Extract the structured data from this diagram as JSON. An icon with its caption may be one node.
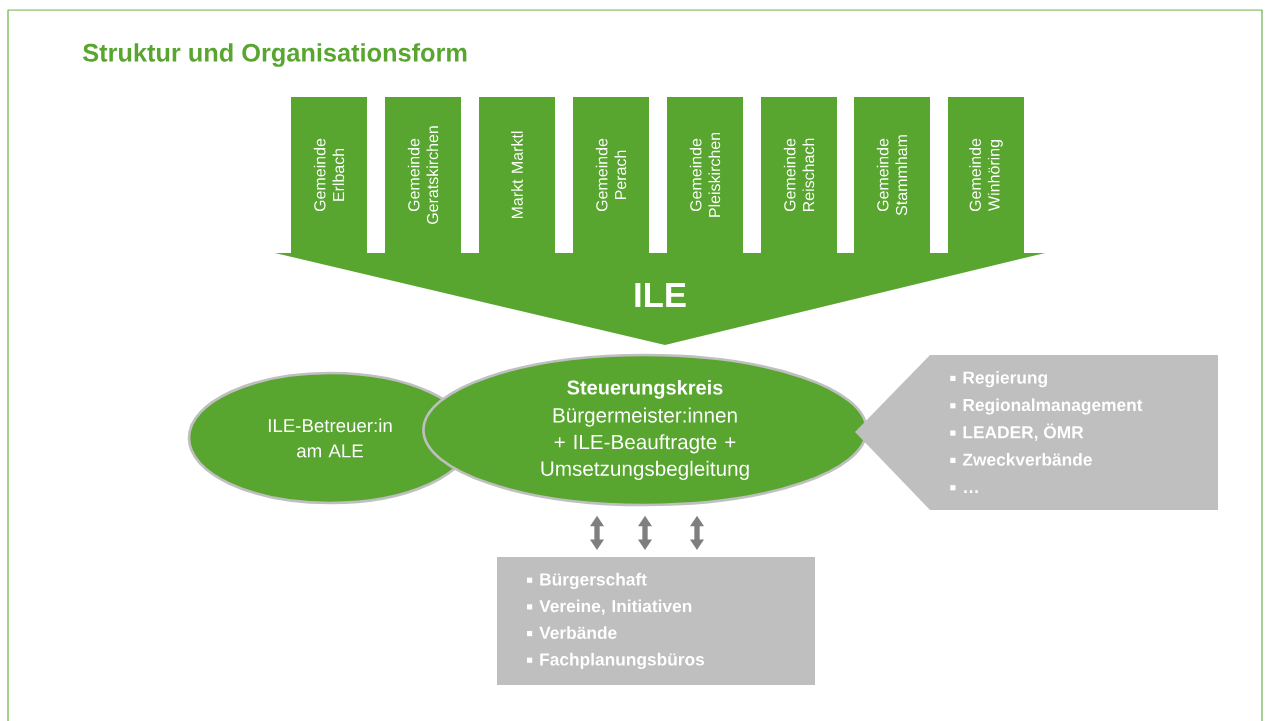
{
  "diagram": {
    "title": "Struktur und Organisationsform",
    "nodes": [
      {
        "text": [
          "Gemeinde Erlbach"
        ]
      },
      {
        "text": [
          "Gemeinde Geratskirchen"
        ]
      },
      {
        "text": [
          "Markt Marktl"
        ]
      },
      {
        "text": [
          "Gemeinde Perach"
        ]
      },
      {
        "text": [
          "Gemeinde Pleiskirchen"
        ]
      },
      {
        "text": [
          "Gemeinde Reischach"
        ]
      },
      {
        "text": [
          "Gemeinde Stammham"
        ]
      },
      {
        "text": [
          "Gemeinde Winhöring"
        ]
      },
      {
        "text": [
          "ILE"
        ]
      },
      {
        "text": [
          "ILE-Betreuer:in am ALE"
        ]
      },
      {
        "text": [
          "Steuerungskreis",
          "Bürgermeister:innen + ILE-Beauftragte + Umsetzungsbegleitung"
        ]
      },
      {
        "text": [
          "Regierung",
          "Regionalmanagement",
          "LEADER, ÖMR",
          "Zweckverbände",
          "…"
        ]
      },
      {
        "text": [
          "Bürgerschaft",
          "Vereine, Initiativen",
          "Verbände",
          "Fachplanungsbüros"
        ]
      }
    ],
    "edges": [
      {
        "from": 10,
        "to": 12,
        "arrow": "both"
      },
      {
        "from": 10,
        "to": 12,
        "arrow": "both"
      },
      {
        "from": 10,
        "to": 12,
        "arrow": "both"
      }
    ]
  }
}
